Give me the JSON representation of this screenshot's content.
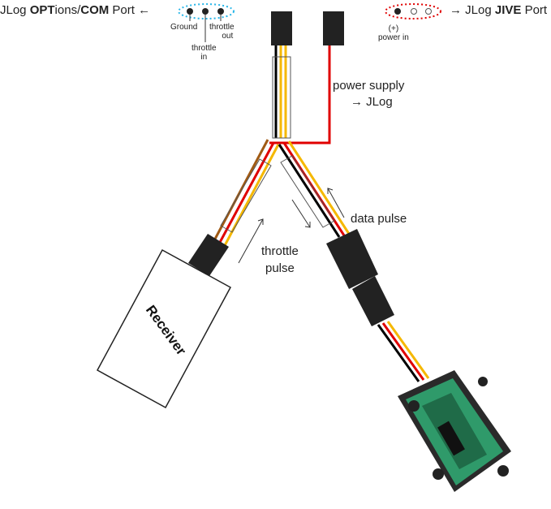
{
  "left_port": {
    "prefix": "JLog ",
    "bold1": "OPT",
    "middle": "ions/",
    "bold2": "COM",
    "suffix": " Port",
    "arrow": "←",
    "pin_ground": "Ground",
    "pin_throttle_in_1": "throttle",
    "pin_throttle_in_2": "in",
    "pin_throttle_out_1": "throttle",
    "pin_throttle_out_2": "out"
  },
  "right_port": {
    "arrow": "→",
    "prefix": " JLog ",
    "bold": "JIVE",
    "suffix": " Port",
    "pin_power_1": "(+)",
    "pin_power_2": "power in"
  },
  "power_supply": {
    "line1": "power supply",
    "line2": "→ JLog"
  },
  "receiver": {
    "label": "Receiver"
  },
  "throttle_pulse": {
    "line1": "throttle",
    "line2": "pulse"
  },
  "data_pulse": {
    "label": "data pulse"
  },
  "colors": {
    "ground_wire": "#000000",
    "power_wire": "#e00000",
    "signal_wire": "#f5b800",
    "brown_wire": "#a05a14",
    "left_pin_dots": "#29b6e8",
    "right_pin_dots": "#e00000",
    "esc_body": "#2f9a6a"
  }
}
